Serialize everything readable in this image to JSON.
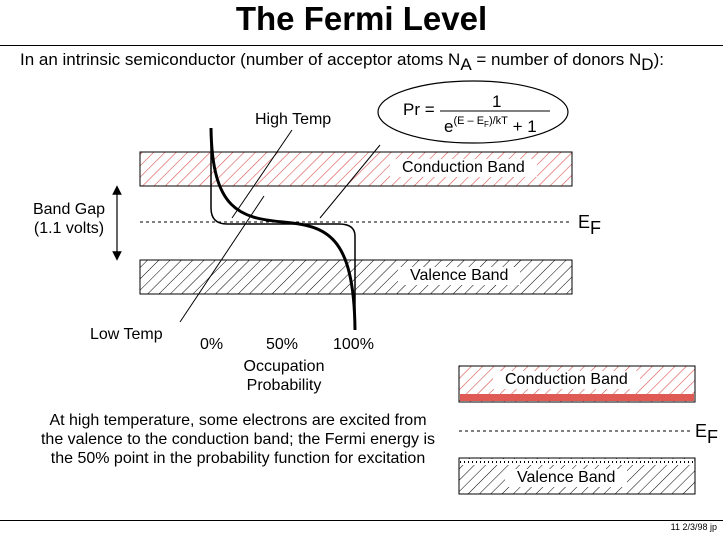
{
  "title": "The Fermi Level",
  "intro": {
    "text_before_na": "In an intrinsic semiconductor (number of acceptor atoms N",
    "na_sub": "A",
    "text_between": " = number of donors N",
    "nd_sub": "D",
    "text_after": "):"
  },
  "formula": {
    "lhs": "Pr =",
    "numerator": "1",
    "den_base": "e",
    "den_exp": "(E – E",
    "den_exp_sub": "F",
    "den_exp_tail": ")/kT",
    "den_tail": "+ 1"
  },
  "labels": {
    "high_temp": "High Temp",
    "low_temp": "Low Temp",
    "band_gap": "Band Gap",
    "band_gap_value": "(1.1 volts)",
    "ef_main": "E",
    "ef_sub": "F",
    "pct_0": "0%",
    "pct_50": "50%",
    "pct_100": "100%",
    "occupation": "Occupation",
    "probability": "Probability"
  },
  "bands": {
    "conduction": "Conduction Band",
    "valence": "Valence Band"
  },
  "small_diagram": {
    "conduction": "Conduction Band",
    "valence": "Valence Band",
    "ef_main": "E",
    "ef_sub": "F"
  },
  "caption": "At high temperature, some electrons are excited from the valence to the conduction band; the Fermi energy is the 50% point in the probability function for excitation",
  "footer": "11  2/3/98  jp",
  "colors": {
    "conduction_hatch": "#d9534f",
    "valence_hatch": "#000000",
    "conduction_fill_bottom": "#e05a55"
  }
}
